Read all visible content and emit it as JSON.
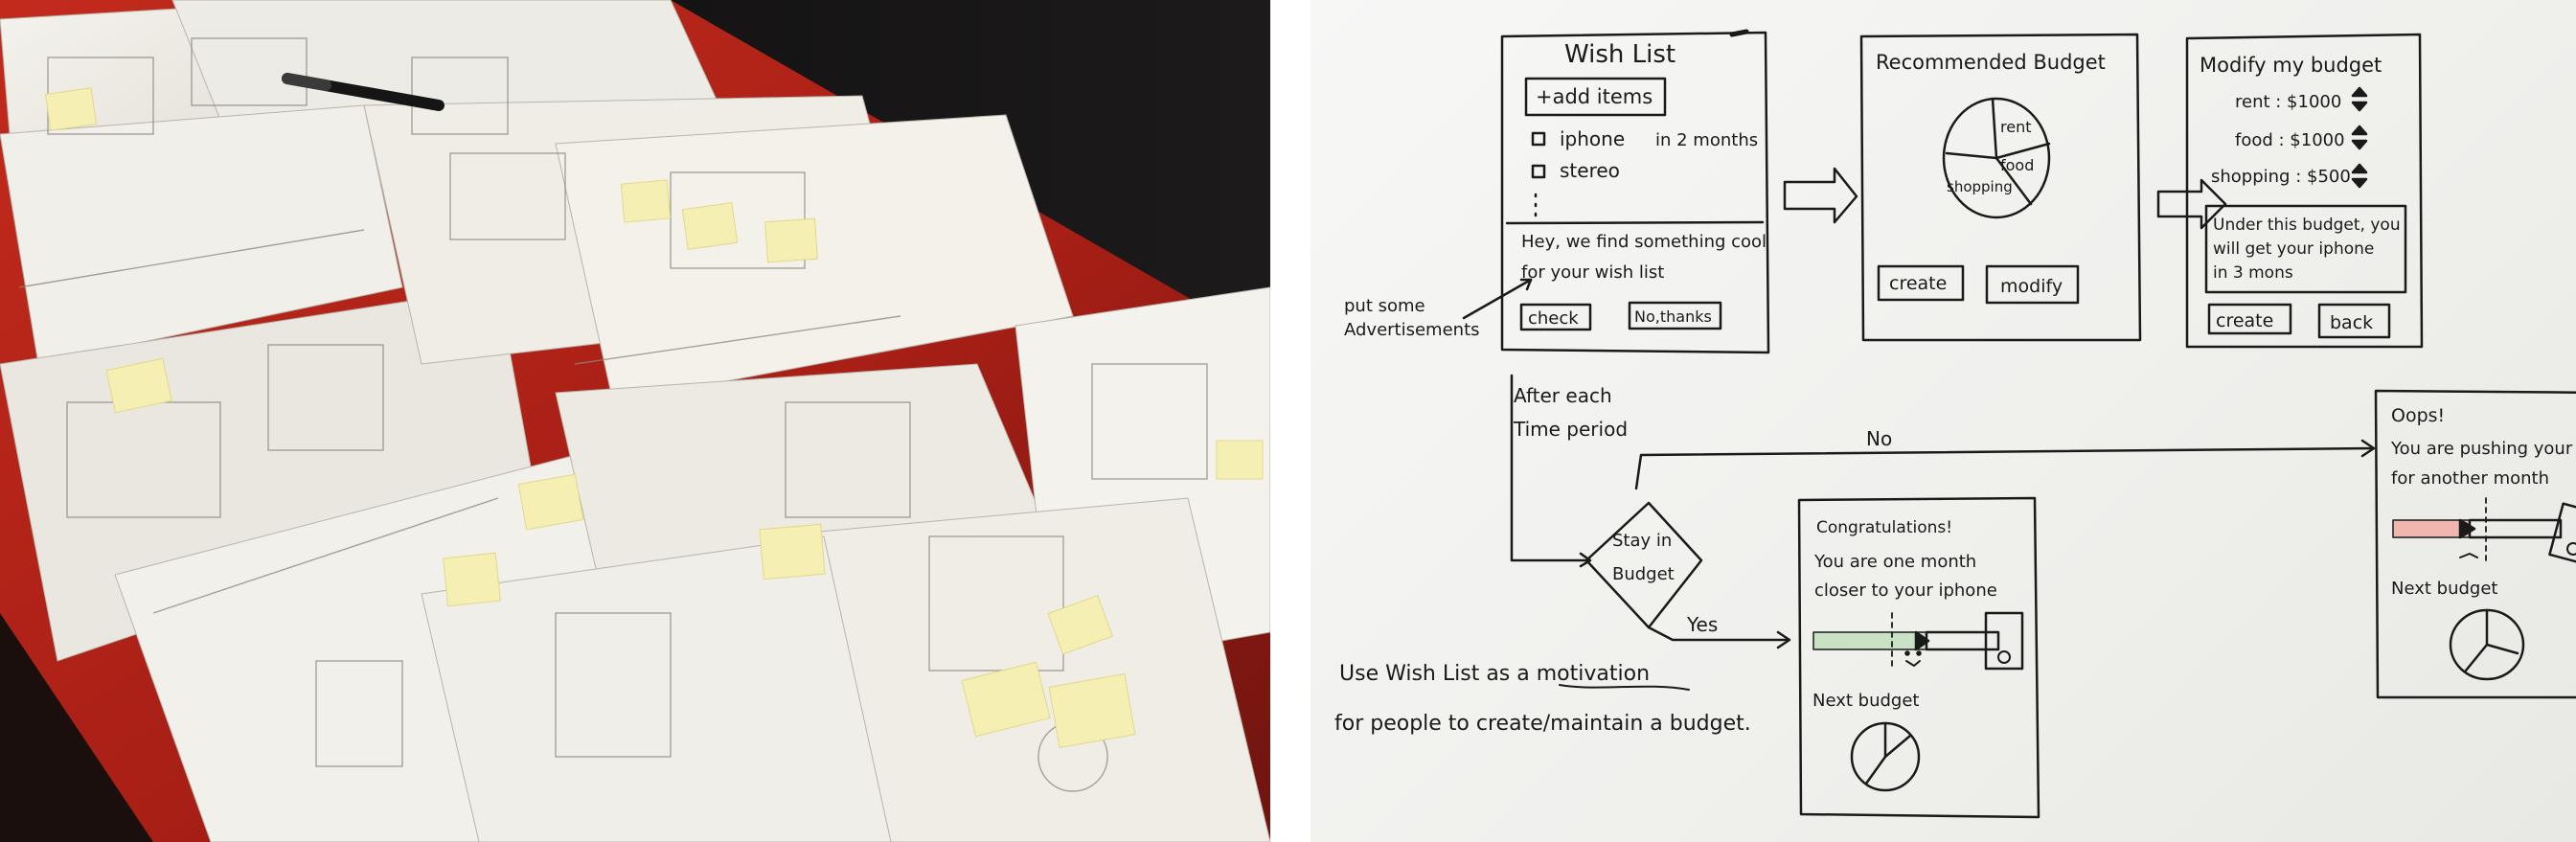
{
  "photo": {
    "description_visible": false
  },
  "sketch": {
    "wishlist": {
      "title": "Wish List",
      "add_button": "+add items",
      "item1": "iphone",
      "item1_eta": "in 2 months",
      "item2": "stereo",
      "promo_line1": "Hey, we find something cool",
      "promo_line2": "for your wish list",
      "check_button": "check",
      "nothanks_button": "No,thanks"
    },
    "annotation_ads_line1": "put some",
    "annotation_ads_line2": "Advertisements",
    "recommended": {
      "title": "Recommended Budget",
      "slice_rent": "rent",
      "slice_food": "food",
      "slice_shopping": "shopping",
      "create_button": "create",
      "modify_button": "modify"
    },
    "modify": {
      "title": "Modify my budget",
      "rent": "rent : $1000",
      "food": "food : $1000",
      "shopping": "shopping : $500",
      "note_line1": "Under this budget, you",
      "note_line2": "will get your iphone",
      "note_line3": "in 3 mons",
      "create_button": "create",
      "back_button": "back"
    },
    "flow": {
      "after_line1": "After each",
      "after_line2": "Time period",
      "decision_line1": "Stay in",
      "decision_line2": "Budget",
      "no_label": "No",
      "yes_label": "Yes"
    },
    "congrats": {
      "title": "Congratulations!",
      "line1": "You are one month",
      "line2": "closer to your iphone",
      "next_budget": "Next budget"
    },
    "oops": {
      "title": "Oops!",
      "line1": "You are pushing your iphone",
      "line2": "for another month",
      "next_budget": "Next budget"
    },
    "motivation_line1": "Use Wish List as a motivation",
    "motivation_line2": "for people to create/maintain a budget."
  }
}
